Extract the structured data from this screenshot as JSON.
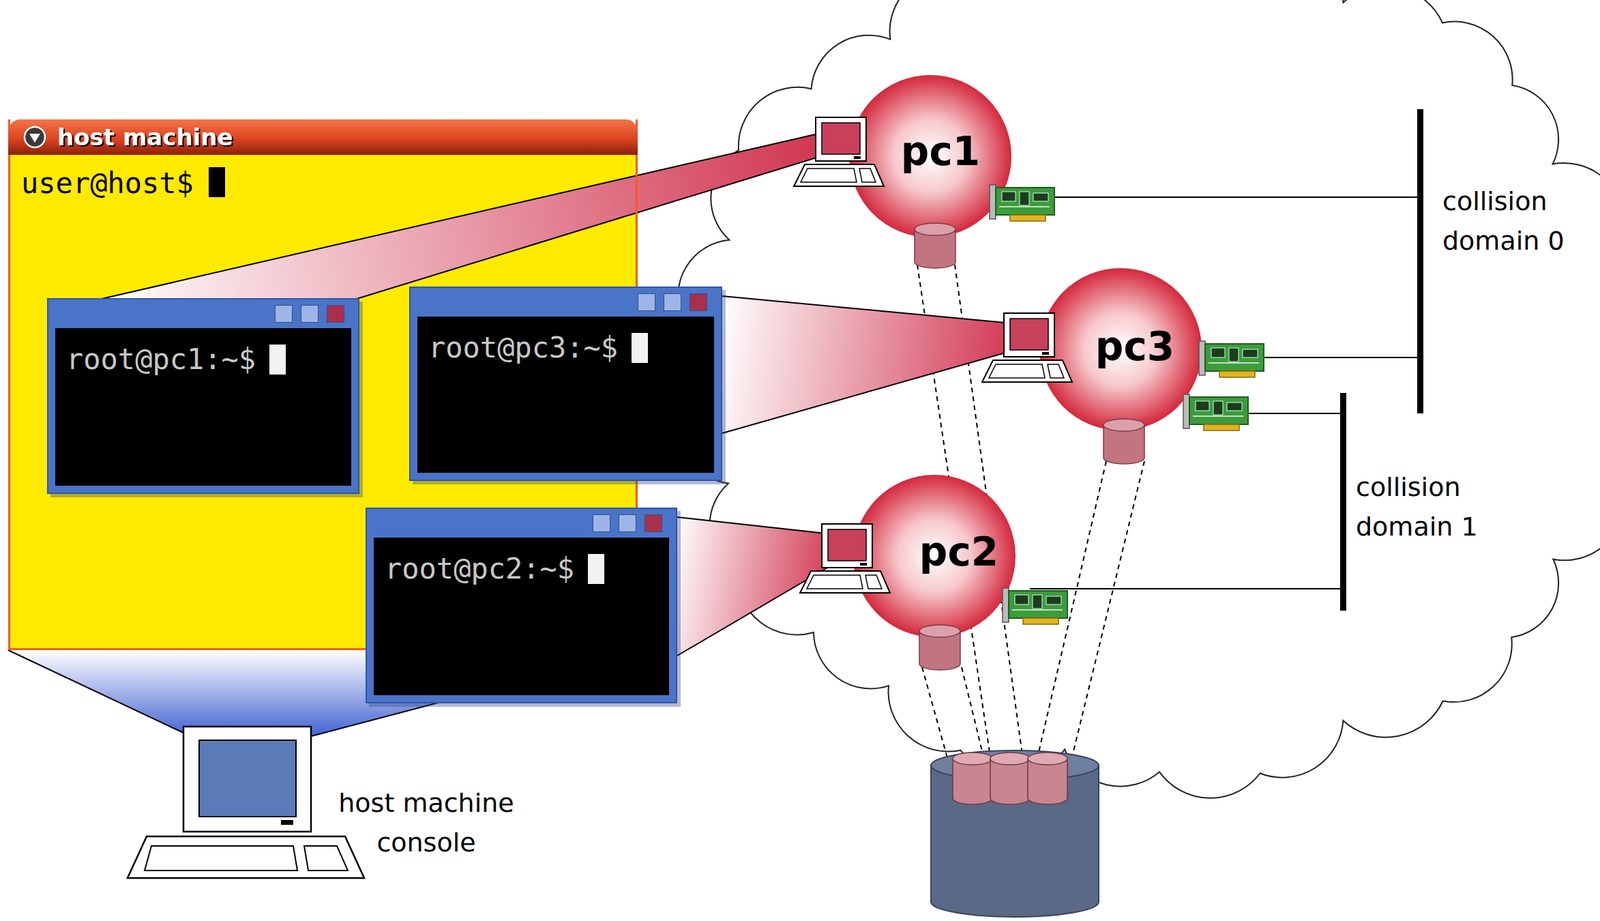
{
  "diagram": {
    "nodes": [
      {
        "text": [
          "host machine",
          "user@host$"
        ]
      },
      {
        "text": [
          "root@pc1:~$"
        ],
        "in": 0
      },
      {
        "text": [
          "root@pc3:~$"
        ]
      },
      {
        "text": [
          "root@pc2:~$"
        ]
      },
      {
        "text": [
          "pc1"
        ]
      },
      {
        "text": [
          "pc3"
        ]
      },
      {
        "text": [
          "pc2"
        ]
      }
    ],
    "edges": [
      {
        "from": 1,
        "to": 4,
        "arrow": "none"
      },
      {
        "from": 2,
        "to": 5,
        "arrow": "none"
      },
      {
        "from": 3,
        "to": 6,
        "arrow": "none"
      }
    ],
    "labels": [
      "collision domain 0",
      "collision domain 1",
      "host machine console"
    ]
  }
}
